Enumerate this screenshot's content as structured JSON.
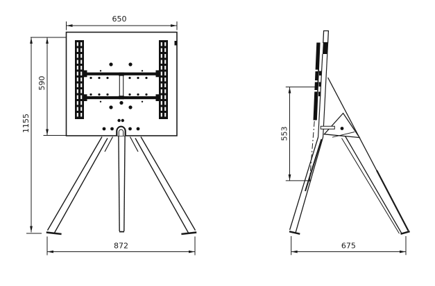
{
  "drawing": {
    "background_color": "#ffffff",
    "line_color": "#1a1a1a",
    "views": {
      "front": {
        "dims": {
          "top_width": "650",
          "plate_height": "590",
          "overall_height": "1155",
          "base_width": "872"
        }
      },
      "side": {
        "dims": {
          "mount_height": "553",
          "base_depth": "675"
        }
      }
    }
  }
}
